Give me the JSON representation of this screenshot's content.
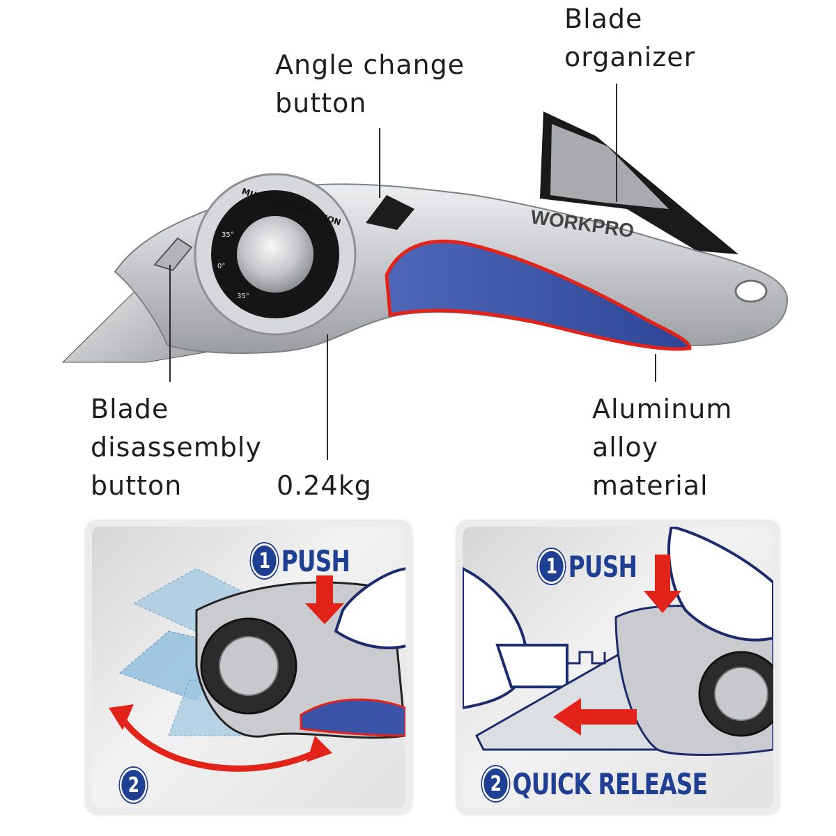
{
  "labels": {
    "angle_change": [
      "Angle change",
      "button"
    ],
    "blade_organizer": [
      "Blade",
      "organizer"
    ],
    "blade_disassembly": [
      "Blade",
      "disassembly",
      "button"
    ],
    "weight": "0.24kg",
    "aluminum": [
      "Aluminum",
      "alloy",
      "material"
    ]
  },
  "knife": {
    "brand": "WORKPRO",
    "dial_text": "MULTI LOCK POSITION",
    "dial_marks": [
      "35°",
      "0°",
      "35°"
    ]
  },
  "panel_left": {
    "step1_num": "1",
    "step1_text": "PUSH",
    "step2_num": "2"
  },
  "panel_right": {
    "step1_num": "1",
    "step1_text": "PUSH",
    "step2_num": "2",
    "step2_text": "QUICK RELEASE"
  },
  "colors": {
    "accent_blue": "#1f3f92",
    "accent_red": "#e2231a",
    "grip_blue": "#3b54a8",
    "body_silver": "#c7c9cc"
  }
}
